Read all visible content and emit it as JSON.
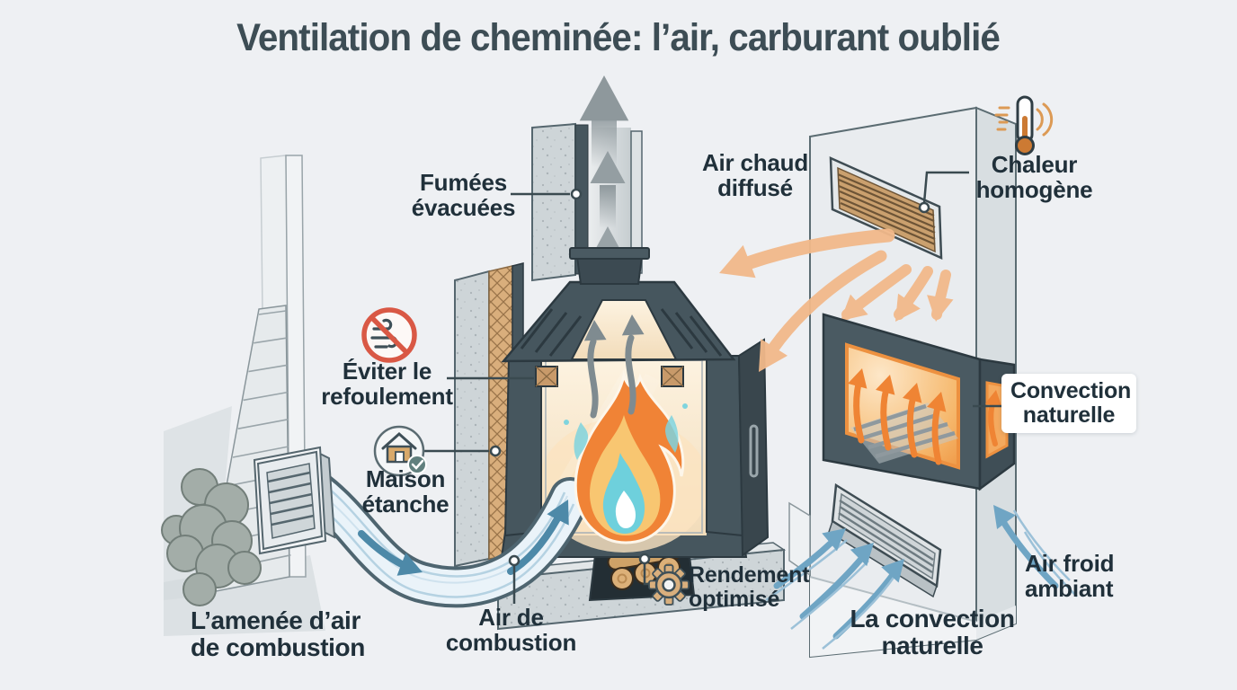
{
  "title": "Ventilation de cheminée: l’air, carburant oublié",
  "labels": {
    "fumees_evacuees": "Fumées\névacuées",
    "eviter_refoulement": "Éviter le\nrefoulement",
    "maison_etanche": "Maison\nétanche",
    "amenee_air_combustion": "L’amenée d’air\nde combustion",
    "air_de_combustion": "Air de\ncombustion",
    "rendement_optimise": "Rendement\noptimisé",
    "air_chaud_diffuse": "Air chaud\ndiffusé",
    "chaleur_homogene": "Chaleur\nhomogène",
    "convection_naturelle": "Convection\nnaturelle",
    "air_froid_ambiant": "Air froid\nambiant",
    "la_convection_naturelle": "La convection\nnaturelle"
  },
  "icons": {
    "no_backdraft": "no-backdraft-icon",
    "airtight_house": "airtight-house-check-icon",
    "gear": "gear-icon",
    "thermometer": "thermometer-heat-icon"
  },
  "palette": {
    "background": "#eef0f3",
    "ink": "#20303a",
    "title_ink": "#3d4d55",
    "stove_charcoal": "#46565e",
    "insulation_tan": "#d9ae7c",
    "flame_orange": "#f08336",
    "flame_yellow": "#f8c671",
    "flame_teal": "#6ed0dc",
    "smoke_gray": "#8e989c",
    "hot_air_orange": "#f2b98a",
    "cold_air_blue": "#6fa5c4",
    "alert_red": "#d95845"
  }
}
